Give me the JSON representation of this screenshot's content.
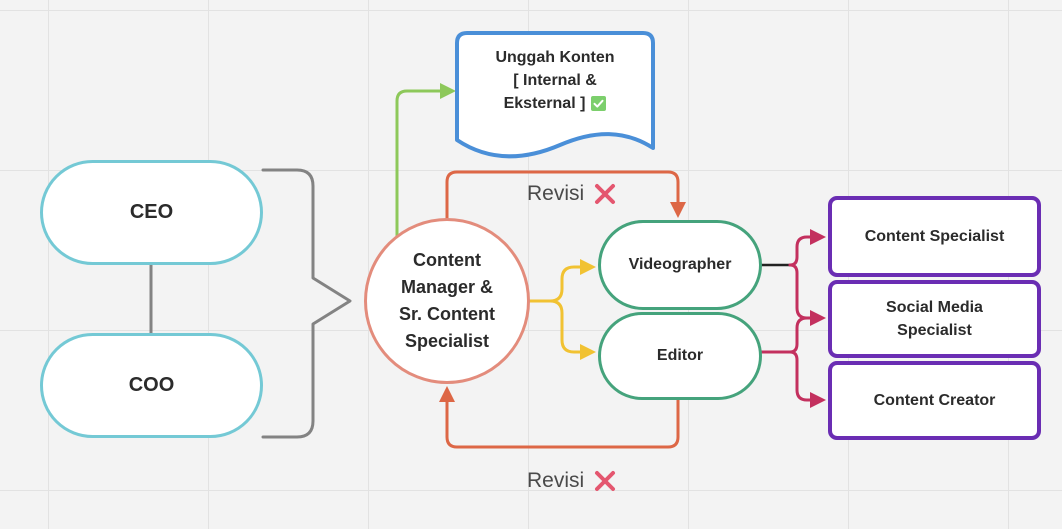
{
  "diagram": {
    "ceo": {
      "label": "CEO"
    },
    "coo": {
      "label": "COO"
    },
    "content_manager": {
      "lines": [
        "Content",
        "Manager &",
        "Sr. Content",
        "Specialist"
      ]
    },
    "upload": {
      "lines": [
        "Unggah Konten",
        "[ Internal &",
        "Eksternal ]"
      ],
      "status_icon": "check-icon"
    },
    "videographer": {
      "label": "Videographer"
    },
    "editor": {
      "label": "Editor"
    },
    "content_specialist": {
      "label": "Content Specialist"
    },
    "social_media_specialist": {
      "lines": [
        "Social Media",
        "Specialist"
      ]
    },
    "content_creator": {
      "label": "Content Creator"
    },
    "revisi_top": {
      "label": "Revisi",
      "icon": "cross-icon"
    },
    "revisi_bottom": {
      "label": "Revisi",
      "icon": "cross-icon"
    }
  },
  "colors": {
    "board-bg": "#f3f3f3",
    "grid-line": "#e2e2e2",
    "text": "#2b2b2b",
    "exec-border": "#74c9d5",
    "manager-border": "#e38c7c",
    "upload-border": "#4a8fd8",
    "production-border": "#45a37c",
    "specialist-border": "#6a2db3",
    "hierarchy-line": "#838383",
    "upload-arrow": "#8dc85a",
    "revisi-arrow": "#dd6746",
    "assign-arrow": "#f1c232",
    "handoff-arrow": "#c3305e",
    "output-line": "#222222",
    "revisi-text": "#4a4a4a",
    "cross-mark": "#e4566f",
    "check-mark": "#7ccf6c"
  }
}
